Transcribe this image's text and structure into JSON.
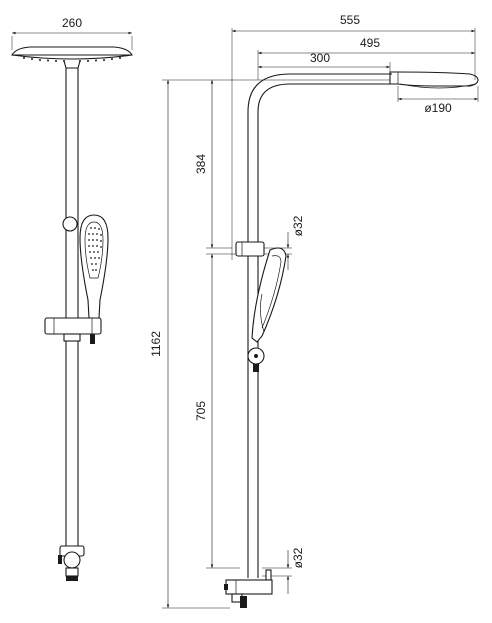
{
  "dimensions": {
    "head_width": "260",
    "overall_projection": "555",
    "arm_to_head_end": "495",
    "arm_reach": "300",
    "head_diameter": "ø190",
    "upper_height": "384",
    "riser_diameter_top": "ø32",
    "overall_height": "1162",
    "lower_height": "705",
    "riser_diameter_bottom": "ø32"
  }
}
